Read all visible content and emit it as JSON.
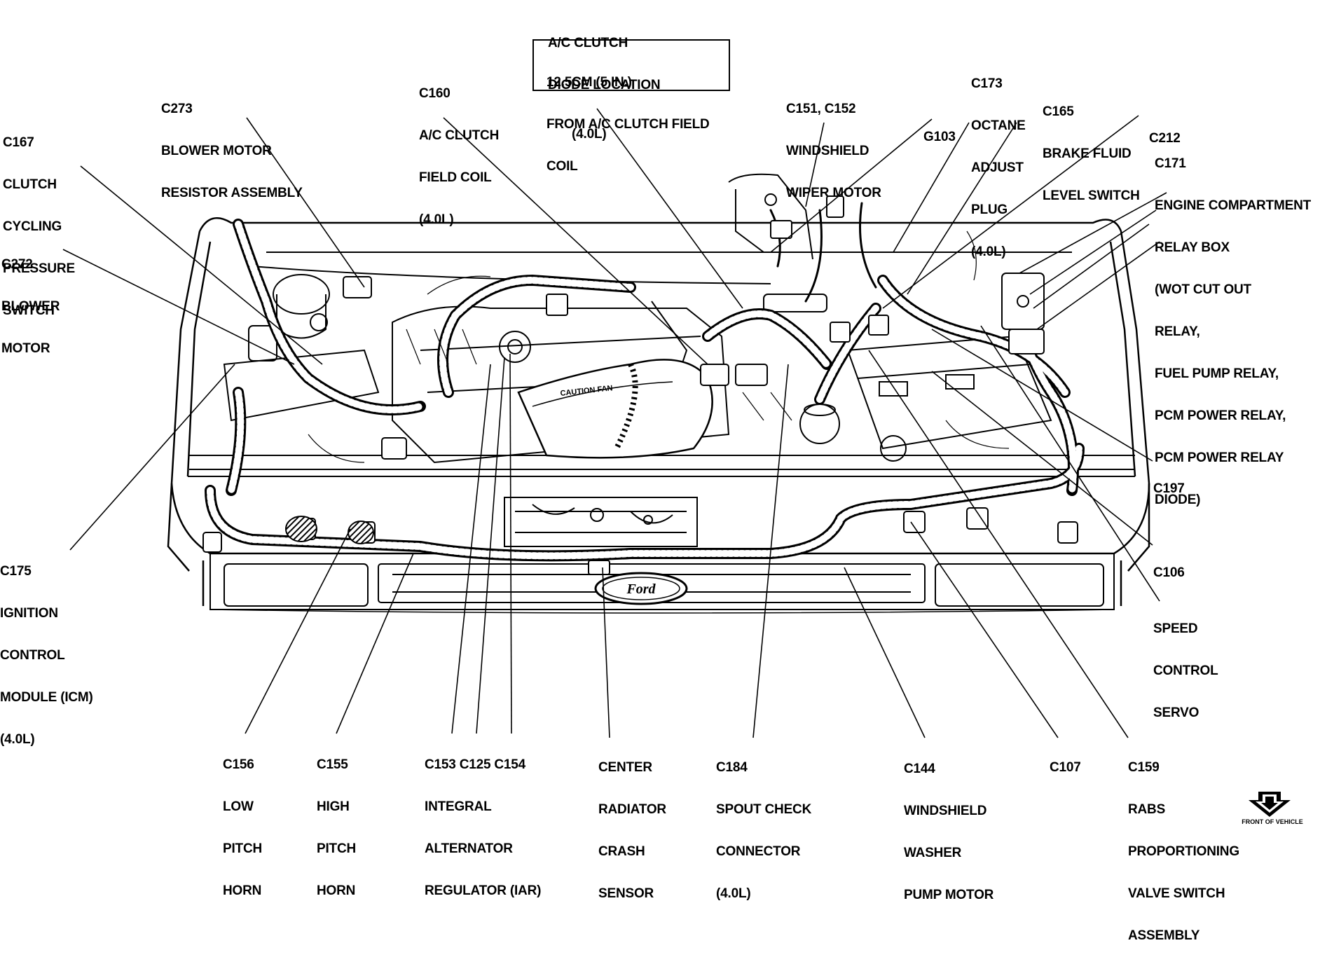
{
  "diagram": {
    "note_heading": [
      "A/C CLUTCH",
      "DIODE LOCATION"
    ],
    "note_box": [
      "12.5CM (5 IN.)",
      "FROM A/C CLUTCH FIELD",
      "COIL"
    ],
    "front_label": "FRONT OF VEHICLE",
    "emblem": "Ford",
    "duct_label": "CAUTION FAN",
    "labels": {
      "c167": [
        "C167",
        "CLUTCH",
        "CYCLING",
        "PRESSURE",
        "SWITCH"
      ],
      "c273": [
        "C273",
        "BLOWER MOTOR",
        "RESISTOR ASSEMBLY"
      ],
      "c160": [
        "C160",
        "A/C CLUTCH",
        "FIELD COIL",
        "(4.0L)"
      ],
      "diode_engine": [
        "(4.0L)"
      ],
      "c151": [
        "C151, C152",
        "WINDSHIELD",
        "WIPER MOTOR"
      ],
      "g103": [
        "G103"
      ],
      "c173": [
        "C173",
        "OCTANE",
        "ADJUST",
        "PLUG",
        "(4.0L)"
      ],
      "c165": [
        "C165",
        "BRAKE FLUID",
        "LEVEL SWITCH"
      ],
      "c212": [
        "C212"
      ],
      "c171": [
        "C171",
        "ENGINE COMPARTMENT",
        "RELAY BOX",
        "(WOT CUT OUT",
        "RELAY,",
        "FUEL PUMP RELAY,",
        "PCM POWER RELAY,",
        "PCM POWER RELAY",
        "DIODE)"
      ],
      "c272": [
        "C272",
        "BLOWER",
        "MOTOR"
      ],
      "c175": [
        "C175",
        "IGNITION",
        "CONTROL",
        "MODULE (ICM)",
        "(4.0L)"
      ],
      "c197": [
        "C197"
      ],
      "c106": [
        "C106"
      ],
      "speed": [
        "SPEED",
        "CONTROL",
        "SERVO"
      ],
      "c156": [
        "C156",
        "LOW",
        "PITCH",
        "HORN"
      ],
      "c155": [
        "C155",
        "HIGH",
        "PITCH",
        "HORN"
      ],
      "c153": [
        "C153 C125 C154",
        "INTEGRAL",
        "ALTERNATOR",
        "REGULATOR (IAR)"
      ],
      "center": [
        "CENTER",
        "RADIATOR",
        "CRASH",
        "SENSOR"
      ],
      "c184": [
        "C184",
        "SPOUT CHECK",
        "CONNECTOR",
        "(4.0L)"
      ],
      "c144": [
        "C144",
        "WINDSHIELD",
        "WASHER",
        "PUMP MOTOR"
      ],
      "c107": [
        "C107"
      ],
      "c159": [
        "C159",
        "RABS",
        "PROPORTIONING",
        "VALVE SWITCH",
        "ASSEMBLY"
      ]
    }
  }
}
